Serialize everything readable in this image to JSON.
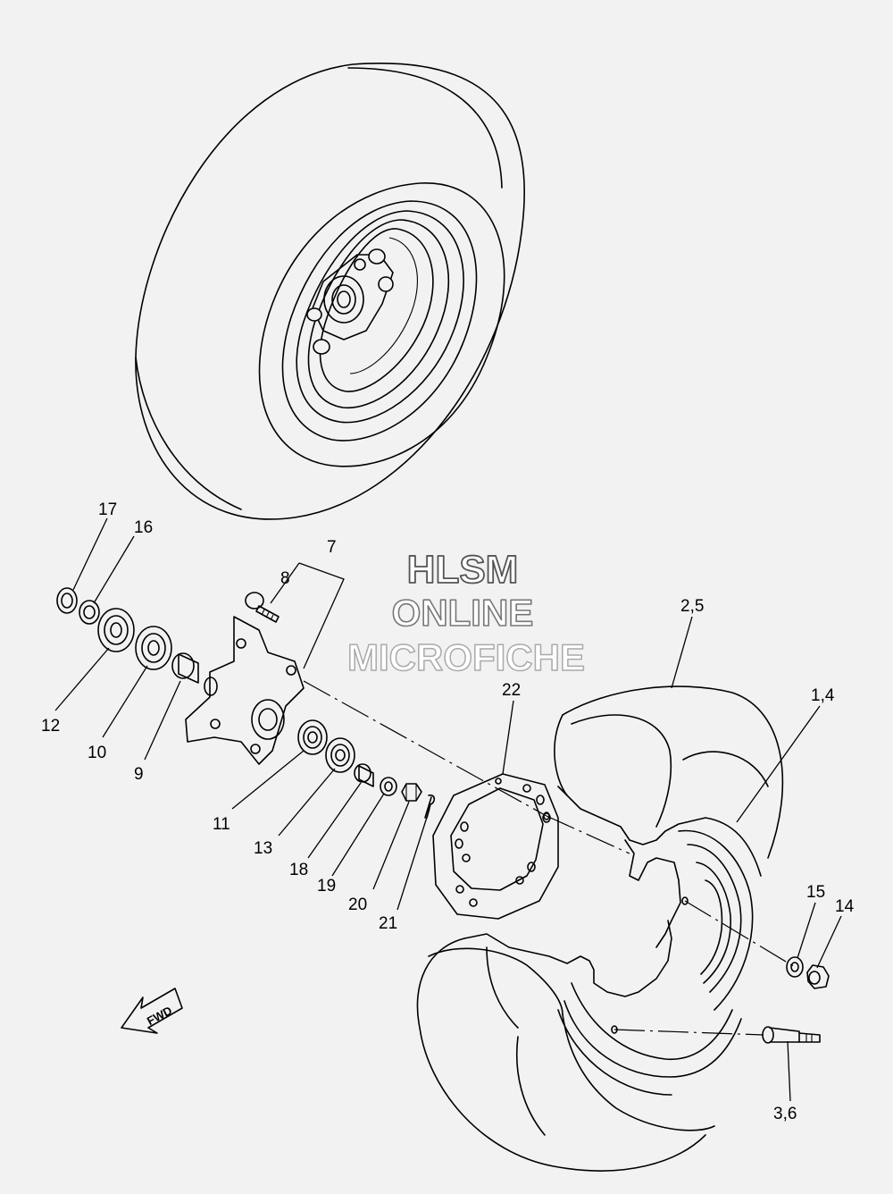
{
  "watermark": {
    "line1": "HLSM",
    "line2": "ONLINE",
    "line3": "MICROFICHE"
  },
  "direction_arrow": {
    "label": "FWD"
  },
  "callouts": {
    "c17": "17",
    "c16": "16",
    "c7": "7",
    "c8": "8",
    "c12": "12",
    "c10": "10",
    "c9": "9",
    "c11": "11",
    "c13": "13",
    "c18": "18",
    "c19": "19",
    "c20": "20",
    "c21": "21",
    "c22": "22",
    "c2_5": "2,5",
    "c1_4": "1,4",
    "c15": "15",
    "c14": "14",
    "c3_6": "3,6"
  }
}
